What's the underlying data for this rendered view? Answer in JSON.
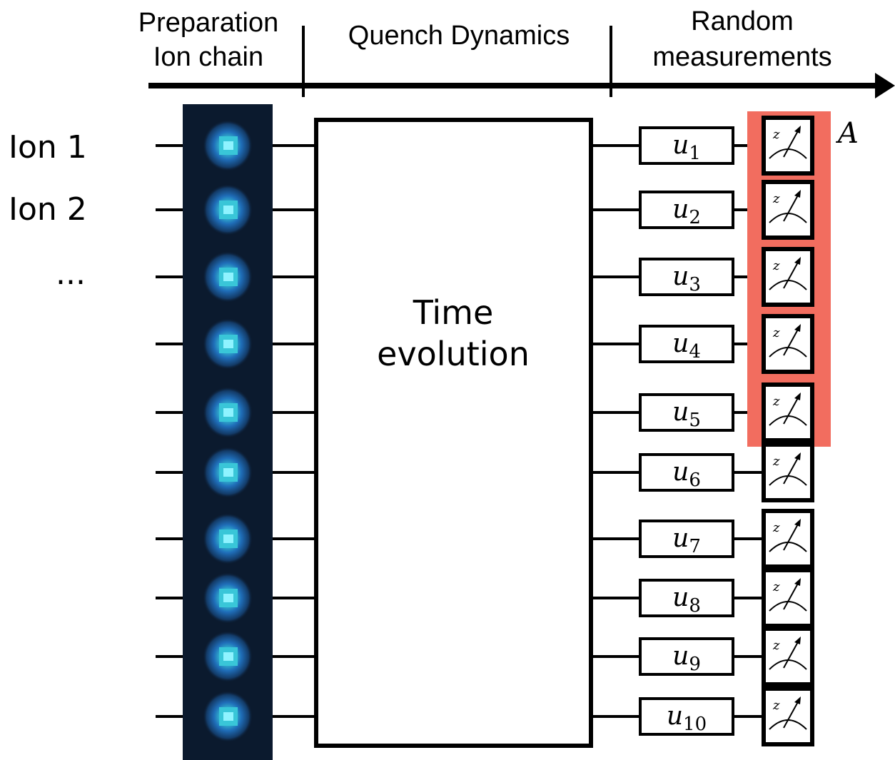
{
  "header": {
    "stages": [
      {
        "line1": "Preparation",
        "line2": "Ion chain"
      },
      {
        "line1": "Quench Dynamics",
        "line2": ""
      },
      {
        "line1": "Random",
        "line2": "measurements"
      }
    ]
  },
  "ion_labels": [
    "Ion 1",
    "Ion 2"
  ],
  "ellipsis": "...",
  "evolution_box": {
    "line1": "Time",
    "line2": "evolution"
  },
  "unitaries": [
    {
      "symbol": "u",
      "subscript": "1"
    },
    {
      "symbol": "u",
      "subscript": "2"
    },
    {
      "symbol": "u",
      "subscript": "3"
    },
    {
      "symbol": "u",
      "subscript": "4"
    },
    {
      "symbol": "u",
      "subscript": "5"
    },
    {
      "symbol": "u",
      "subscript": "6"
    },
    {
      "symbol": "u",
      "subscript": "7"
    },
    {
      "symbol": "u",
      "subscript": "8"
    },
    {
      "symbol": "u",
      "subscript": "9"
    },
    {
      "symbol": "u",
      "subscript": "10"
    }
  ],
  "meter_axis_label": "z",
  "subsystem": {
    "label": "A",
    "qubit_count": 5,
    "color": "#f26d5f"
  },
  "colors": {
    "ion_background": "#0b1a2e",
    "ion_glow": "#1f5fa8",
    "ion_core": "#39c6d8",
    "ink": "#000000"
  },
  "icons": {
    "meter": "measurement-meter-icon",
    "ion": "trapped-ion-icon",
    "arrow": "time-axis-arrow-icon"
  }
}
